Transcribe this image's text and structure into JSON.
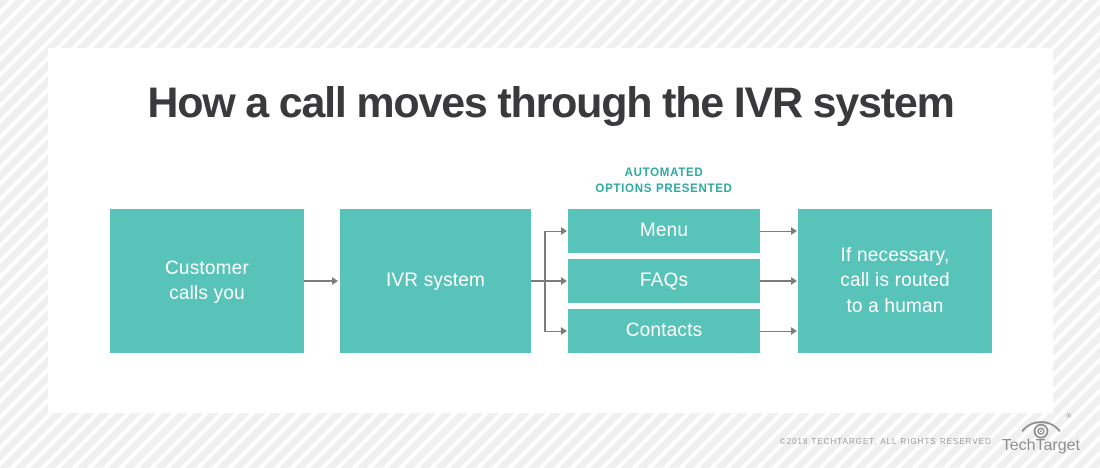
{
  "title": "How a call moves through the IVR system",
  "flow": {
    "customer_box": {
      "line1": "Customer",
      "line2": "calls you"
    },
    "ivr_box": {
      "label": "IVR system"
    },
    "options_label": {
      "line1": "AUTOMATED",
      "line2": "OPTIONS PRESENTED"
    },
    "option_boxes": [
      "Menu",
      "FAQs",
      "Contacts"
    ],
    "human_box": {
      "line1": "If necessary,",
      "line2": "call is routed",
      "line3": "to a human"
    }
  },
  "footer": {
    "copyright": "©2018 TECHTARGET, ALL RIGHTS RESERVED",
    "logo_text": "TechTarget",
    "registered": "®",
    "logo_icon": "eye-icon"
  },
  "colors": {
    "box_teal": "#58C3B9",
    "options_label_teal": "#2EAAA2",
    "title_gray": "#3A3A3C",
    "arrow_gray": "#7D7D7D",
    "stripe_gray": "#F0F0F0",
    "card_white": "#FFFFFF",
    "box_text_white": "#FFFFFF",
    "footer_gray": "#9B9B9B",
    "logo_gray": "#8F8F8F"
  }
}
